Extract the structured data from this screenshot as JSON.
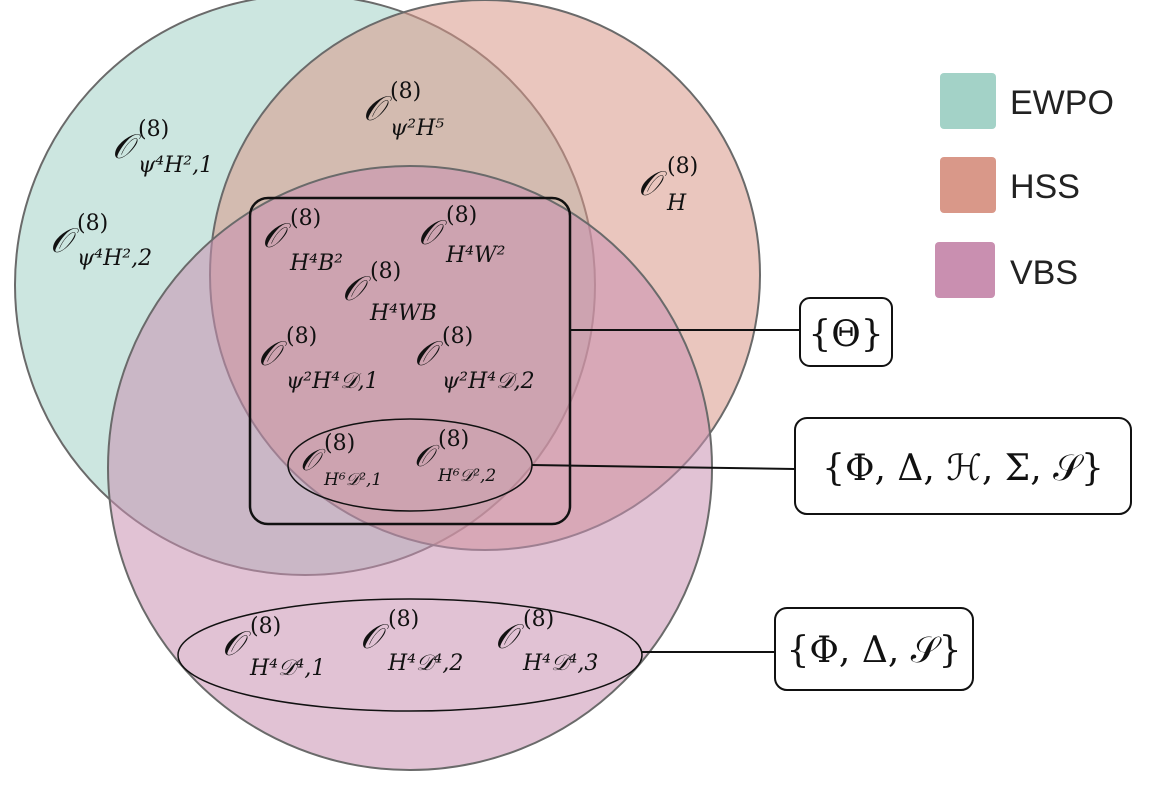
{
  "colors": {
    "ewpo": "#a3d2c7",
    "hss": "#d99889",
    "vbs": "#c98fb0",
    "stroke": "#6a6a6a"
  },
  "legend": [
    {
      "label": "EWPO",
      "color": "#a3d2c7"
    },
    {
      "label": "HSS",
      "color": "#d99889"
    },
    {
      "label": "VBS",
      "color": "#c98fb0"
    }
  ],
  "operators": {
    "psi4h2_1": {
      "base": "𝒪",
      "sup": "(8)",
      "sub": "ψ⁴H²,1"
    },
    "psi4h2_2": {
      "base": "𝒪",
      "sup": "(8)",
      "sub": "ψ⁴H²,2"
    },
    "psi2h5": {
      "base": "𝒪",
      "sup": "(8)",
      "sub": "ψ²H⁵"
    },
    "h": {
      "base": "𝒪",
      "sup": "(8)",
      "sub": "H"
    },
    "h4b2": {
      "base": "𝒪",
      "sup": "(8)",
      "sub": "H⁴B²"
    },
    "h4w2": {
      "base": "𝒪",
      "sup": "(8)",
      "sub": "H⁴W²"
    },
    "h4wb": {
      "base": "𝒪",
      "sup": "(8)",
      "sub": "H⁴WB"
    },
    "psi2h4d_1": {
      "base": "𝒪",
      "sup": "(8)",
      "sub": "ψ²H⁴𝒟,1"
    },
    "psi2h4d_2": {
      "base": "𝒪",
      "sup": "(8)",
      "sub": "ψ²H⁴𝒟,2"
    },
    "h6d2_1": {
      "base": "𝒪",
      "sup": "(8)",
      "sub": "H⁶𝒟²,1"
    },
    "h6d2_2": {
      "base": "𝒪",
      "sup": "(8)",
      "sub": "H⁶𝒟²,2"
    },
    "h4d4_1": {
      "base": "𝒪",
      "sup": "(8)",
      "sub": "H⁴𝒟⁴,1"
    },
    "h4d4_2": {
      "base": "𝒪",
      "sup": "(8)",
      "sub": "H⁴𝒟⁴,2"
    },
    "h4d4_3": {
      "base": "𝒪",
      "sup": "(8)",
      "sub": "H⁴𝒟⁴,3"
    }
  },
  "labels": {
    "theta": "{Θ}",
    "five_fields": "{Φ, Δ, ℋ, Σ, 𝒮}",
    "three_fields": "{Φ, Δ, 𝒮}"
  }
}
